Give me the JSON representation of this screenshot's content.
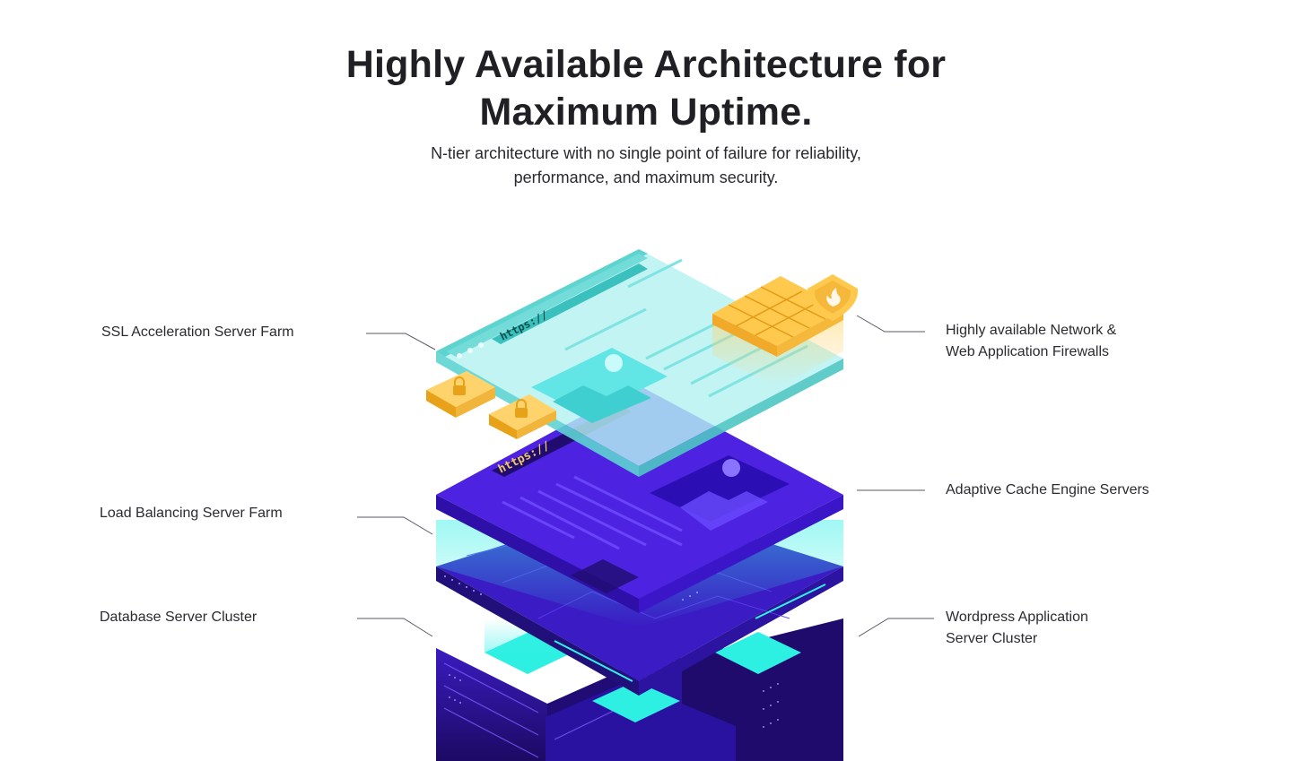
{
  "header": {
    "title_line1": "Highly Available Architecture for",
    "title_line2": "Maximum Uptime.",
    "subtitle_line1": "N-tier architecture with no single point of failure for reliability,",
    "subtitle_line2": "performance, and maximum security."
  },
  "labels": {
    "ssl": "SSL Acceleration Server Farm",
    "load_balancing": "Load Balancing Server Farm",
    "database": "Database Server Cluster",
    "firewall_line1": "Highly available Network &",
    "firewall_line2": "Web Application Firewalls",
    "cache": "Adaptive Cache Engine Servers",
    "wordpress_line1": "Wordpress Application",
    "wordpress_line2": "Server Cluster"
  },
  "illustration": {
    "top_layer_url_text": "https://",
    "middle_layer_url_text": "https://",
    "icons": [
      "browser-window-icon",
      "padlock-icon",
      "firewall-brick-wall-icon",
      "flame-shield-icon",
      "image-placeholder-icon",
      "server-rack-icon"
    ]
  },
  "colors": {
    "heading": "#1f1f24",
    "text": "#2b2b30",
    "cyan_layer": "#5ed4d1",
    "cyan_layer_light": "#b5f1f2",
    "purple_layer": "#4a22d6",
    "purple_dark": "#2b0f9e",
    "server_dark": "#23106e",
    "firewall_gold": "#f6b93b",
    "cyan_glow": "#33f0e6",
    "connector_line": "#555a63"
  }
}
